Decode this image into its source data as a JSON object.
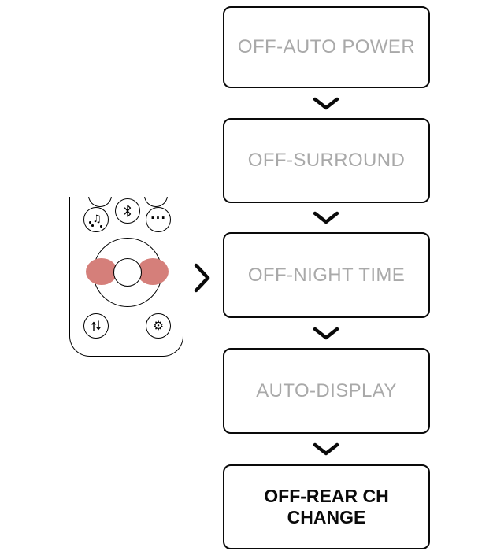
{
  "flow": {
    "steps": [
      {
        "label": "OFF-AUTO POWER"
      },
      {
        "label": "OFF-SURROUND"
      },
      {
        "label": "OFF-NIGHT TIME"
      },
      {
        "label": "AUTO-DISPLAY"
      },
      {
        "label": "OFF-REAR CH CHANGE"
      }
    ]
  },
  "remote": {
    "sound_mode_glyph": "♫",
    "more_options_glyph": "···",
    "settings_glyph": "⚙"
  },
  "colors": {
    "highlight_red": "#d57f7a",
    "muted_text": "#a9a9a9",
    "outline": "#0a0a0a"
  }
}
